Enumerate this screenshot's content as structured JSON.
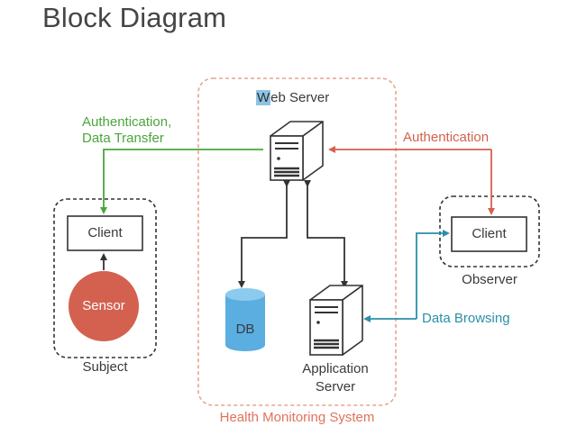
{
  "title": "Block Diagram",
  "nodes": {
    "web_server": {
      "label_highlight": "W",
      "label_rest": "eb Server"
    },
    "application_server": {
      "label_line1": "Application",
      "label_line2": "Server"
    },
    "db": {
      "label": "DB"
    },
    "client_subject": {
      "label": "Client"
    },
    "sensor": {
      "label": "Sensor"
    },
    "client_observer": {
      "label": "Client"
    }
  },
  "groups": {
    "subject": {
      "label": "Subject"
    },
    "observer": {
      "label": "Observer"
    },
    "health_monitoring_system": {
      "label": "Health Monitoring System"
    }
  },
  "edges": {
    "auth_data_transfer": {
      "label_line1": "Authentication,",
      "label_line2": "Data Transfer",
      "color": "#4aa63a"
    },
    "authentication": {
      "label": "Authentication",
      "color": "#d4614f"
    },
    "data_browsing": {
      "label": "Data Browsing",
      "color": "#2a8fa8"
    },
    "server_links": {
      "color": "#333333"
    }
  },
  "colors": {
    "sensor_fill": "#d4614f",
    "db_fill": "#5aaee0",
    "system_border": "#e8a58c",
    "group_border": "#333333"
  }
}
